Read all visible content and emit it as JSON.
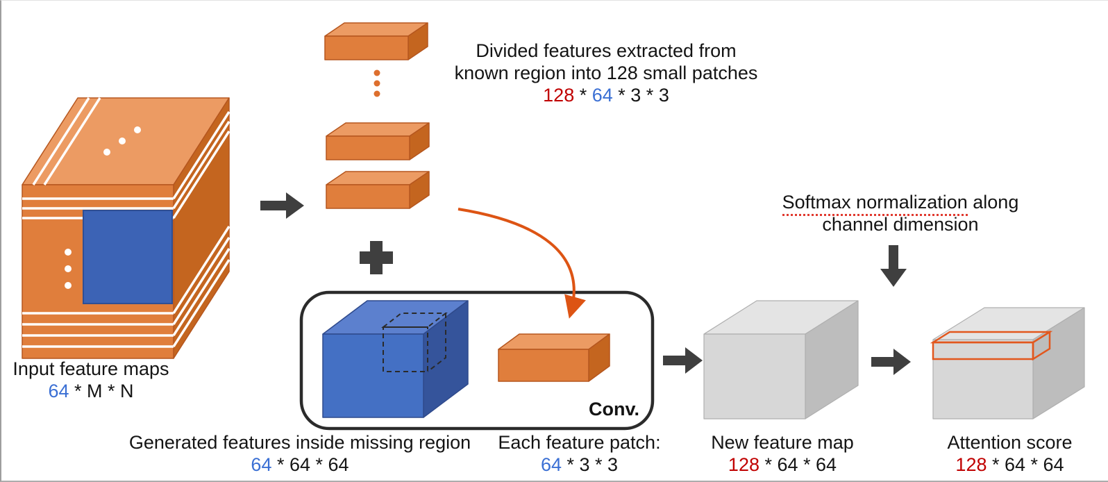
{
  "colors": {
    "orange_front": "#E07E3C",
    "orange_top": "#EC9B63",
    "orange_side": "#C4651F",
    "blue_front": "#4470C4",
    "blue_top": "#5C80CE",
    "blue_side": "#35549B",
    "blue_region": "#3C63B5",
    "gray_front": "#D7D7D7",
    "gray_top": "#E4E4E4",
    "gray_side": "#BDBDBD",
    "arrow": "#3F3F3F",
    "curve_arrow": "#DD5414",
    "slab_outline": "#E2571D",
    "dim_blue": "#3A6FD4",
    "dim_red": "#C00000"
  },
  "input": {
    "label": "Input feature maps",
    "dims": [
      {
        "text": "64",
        "color": "#3A6FD4"
      },
      {
        "text": " * M * N"
      }
    ]
  },
  "patches": {
    "line1": "Divided features extracted from",
    "line2": "known region into 128 small patches",
    "dims": [
      {
        "text": "128",
        "color": "#C00000"
      },
      {
        "text": " * "
      },
      {
        "text": "64",
        "color": "#3A6FD4"
      },
      {
        "text": " * 3 * 3"
      }
    ]
  },
  "softmax": {
    "underline": "Softmax normalization",
    "after": " along",
    "line2": "channel dimension"
  },
  "conv": {
    "label": "Conv."
  },
  "generated": {
    "label": "Generated features inside missing region",
    "dims": [
      {
        "text": "64",
        "color": "#3A6FD4"
      },
      {
        "text": " * 64 * 64"
      }
    ]
  },
  "each_patch": {
    "label": "Each feature patch:",
    "dims": [
      {
        "text": "64",
        "color": "#3A6FD4"
      },
      {
        "text": " * 3 * 3"
      }
    ]
  },
  "new_feature_map": {
    "label": "New feature map",
    "dims": [
      {
        "text": "128",
        "color": "#C00000"
      },
      {
        "text": " * 64 * 64"
      }
    ]
  },
  "attention": {
    "label": "Attention score",
    "dims": [
      {
        "text": "128",
        "color": "#C00000"
      },
      {
        "text": " * 64 * 64"
      }
    ]
  }
}
